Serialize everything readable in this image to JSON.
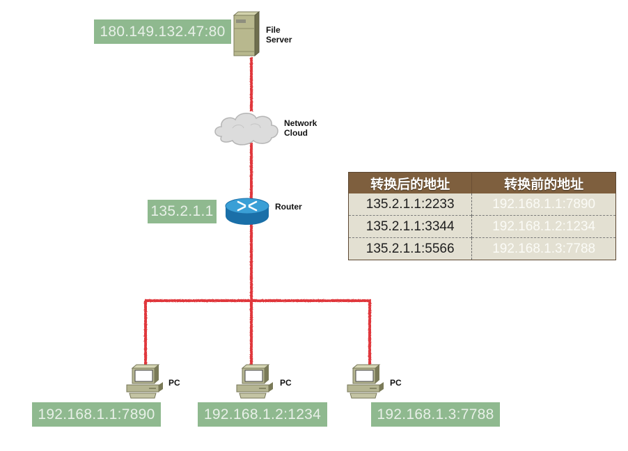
{
  "diagram": {
    "title": "NAT address translation topology",
    "devices": {
      "file_server": {
        "label_line1": "File",
        "label_line2": "Server",
        "address": "180.149.132.47:80",
        "icon": "file-server-icon"
      },
      "network_cloud": {
        "label_line1": "Network",
        "label_line2": "Cloud",
        "icon": "cloud-icon"
      },
      "router": {
        "label": "Router",
        "address": "135.2.1.1",
        "icon": "router-icon"
      },
      "pcs": [
        {
          "label": "PC",
          "address": "192.168.1.1:7890",
          "icon": "pc-icon"
        },
        {
          "label": "PC",
          "address": "192.168.1.2:1234",
          "icon": "pc-icon"
        },
        {
          "label": "PC",
          "address": "192.168.1.3:7788",
          "icon": "pc-icon"
        }
      ]
    },
    "connections": [
      {
        "from": "file_server",
        "to": "network_cloud"
      },
      {
        "from": "network_cloud",
        "to": "router"
      },
      {
        "from": "router",
        "to": "pc1"
      },
      {
        "from": "router",
        "to": "pc2"
      },
      {
        "from": "router",
        "to": "pc3"
      }
    ],
    "colors": {
      "wire": "#e0393e",
      "address_box": "#8fb98f",
      "table_header": "#7e5f3e",
      "table_body": "#e3e0d2"
    }
  },
  "nat_table": {
    "headers": [
      "转换后的地址",
      "转换前的地址"
    ],
    "rows": [
      {
        "after": "135.2.1.1:2233",
        "before": "192.168.1.1:7890"
      },
      {
        "after": "135.2.1.1:3344",
        "before": "192.168.1.2:1234"
      },
      {
        "after": "135.2.1.1:5566",
        "before": "192.168.1.3:7788"
      }
    ]
  }
}
